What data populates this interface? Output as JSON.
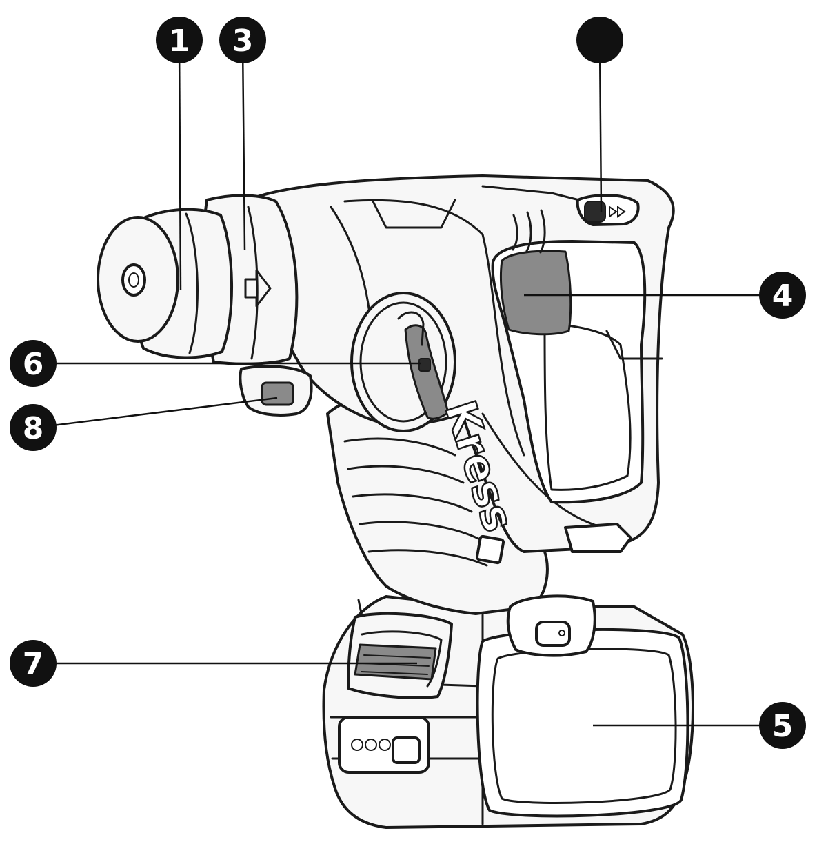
{
  "callouts": [
    {
      "id": "1",
      "label": "1"
    },
    {
      "id": "3",
      "label": "3"
    },
    {
      "id": "blank",
      "label": ""
    },
    {
      "id": "4",
      "label": "4"
    },
    {
      "id": "6",
      "label": "6"
    },
    {
      "id": "8",
      "label": "8"
    },
    {
      "id": "7",
      "label": "7"
    },
    {
      "id": "5",
      "label": "5"
    }
  ],
  "brand": {
    "logo_text": "Kress"
  },
  "colors": {
    "badge": "#111111",
    "outline": "#1a1a1a",
    "shade": "#8a8a8a"
  }
}
